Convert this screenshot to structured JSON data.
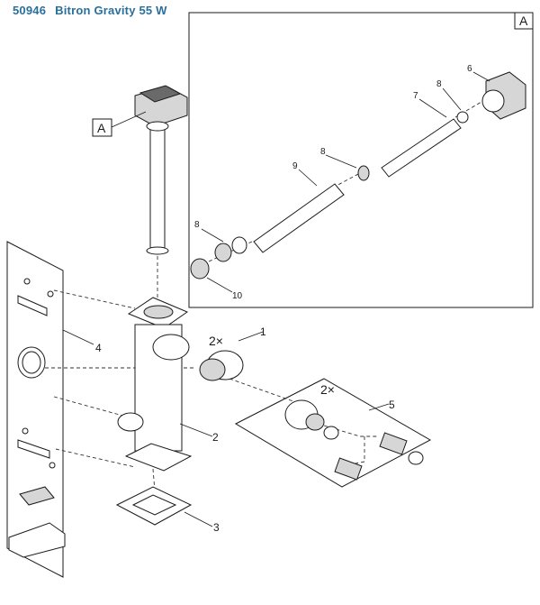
{
  "header": {
    "code": "50946",
    "title": "Bitron Gravity 55 W",
    "color": "#2a6f9b"
  },
  "detail_callout": "A",
  "quantity_marks": [
    "2×",
    "2×"
  ],
  "part_numbers": {
    "p1": "1",
    "p2": "2",
    "p3": "3",
    "p4": "4",
    "p5": "5",
    "p6": "6",
    "p7": "7",
    "p8a": "8",
    "p8b": "8",
    "p8c": "8",
    "p9": "9",
    "p10": "10"
  }
}
